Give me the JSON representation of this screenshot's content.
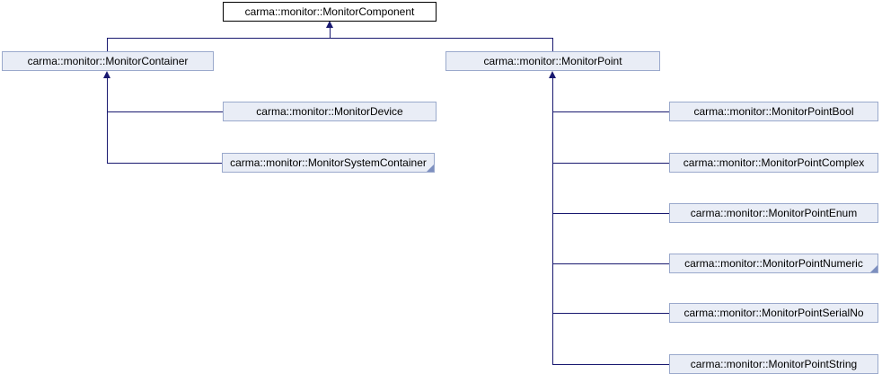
{
  "diagram": {
    "type": "class-inheritance-graph",
    "root": {
      "label": "carma::monitor::MonitorComponent"
    },
    "container": {
      "label": "carma::monitor::MonitorContainer"
    },
    "container_children": [
      {
        "label": "carma::monitor::MonitorDevice",
        "truncated": false
      },
      {
        "label": "carma::monitor::MonitorSystemContainer",
        "truncated": true
      }
    ],
    "point": {
      "label": "carma::monitor::MonitorPoint"
    },
    "point_children": [
      {
        "label": "carma::monitor::MonitorPointBool",
        "truncated": false
      },
      {
        "label": "carma::monitor::MonitorPointComplex",
        "truncated": false
      },
      {
        "label": "carma::monitor::MonitorPointEnum",
        "truncated": false
      },
      {
        "label": "carma::monitor::MonitorPointNumeric",
        "truncated": true
      },
      {
        "label": "carma::monitor::MonitorPointSerialNo",
        "truncated": false
      },
      {
        "label": "carma::monitor::MonitorPointString",
        "truncated": false
      }
    ],
    "colors": {
      "node_fill": "#e9edf6",
      "node_border": "#9aa9cc",
      "root_fill": "#ffffff",
      "root_border": "#000000",
      "line": "#191970",
      "fold": "#7d8fbf"
    }
  }
}
